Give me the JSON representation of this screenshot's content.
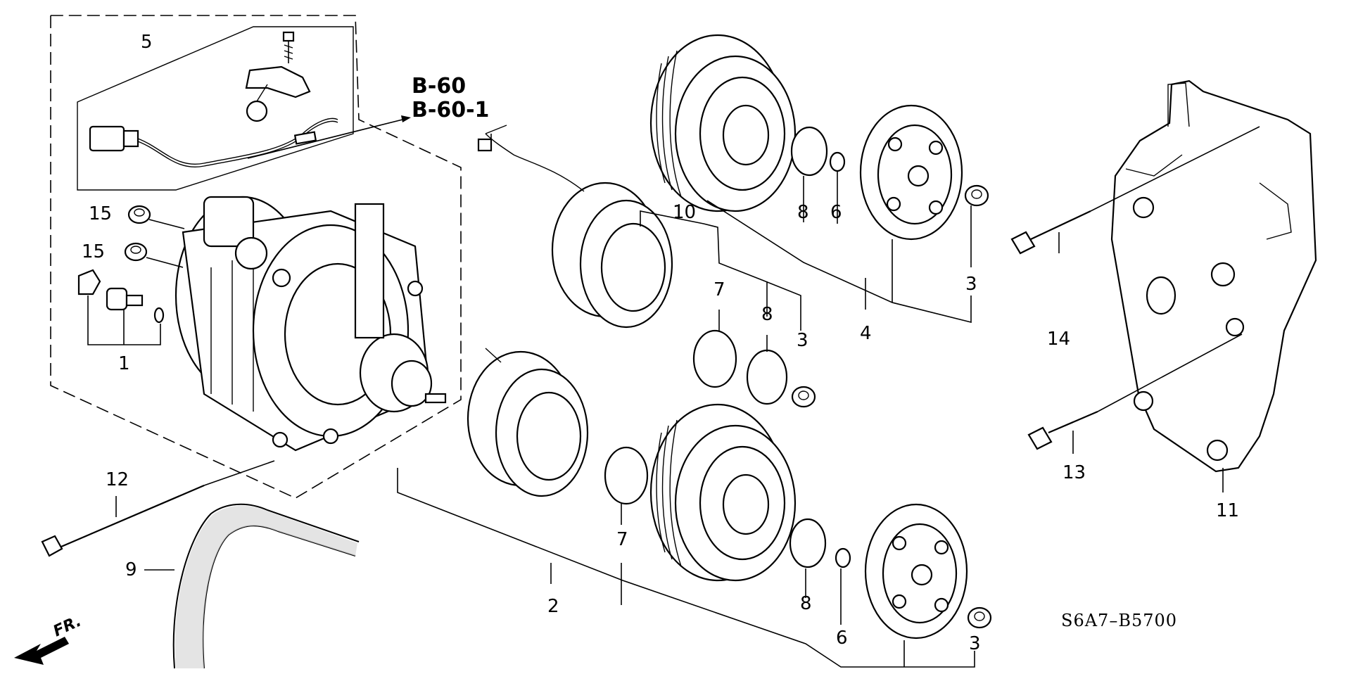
{
  "diagram": {
    "reference_labels": [
      "B-60",
      "B-60-1"
    ],
    "diagram_code": "S6A7–B5700",
    "front_marker": "FR.",
    "callouts": {
      "c1": "1",
      "c2": "2",
      "c3a": "3",
      "c3b": "3",
      "c3c": "3",
      "c4": "4",
      "c5": "5",
      "c6a": "6",
      "c6b": "6",
      "c7a": "7",
      "c7b": "7",
      "c8a": "8",
      "c8b": "8",
      "c8c": "8",
      "c9": "9",
      "c10": "10",
      "c11": "11",
      "c12": "12",
      "c13": "13",
      "c14": "14",
      "c15a": "15",
      "c15b": "15"
    }
  }
}
